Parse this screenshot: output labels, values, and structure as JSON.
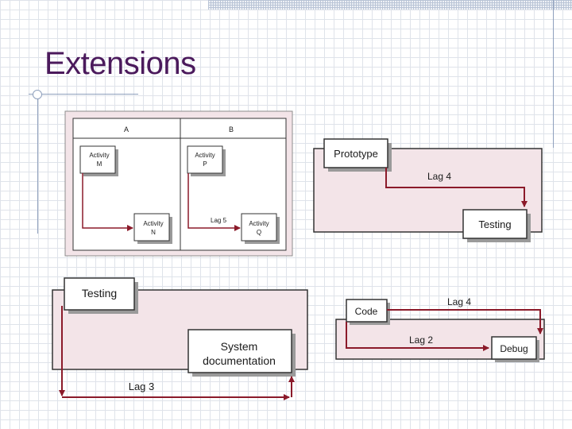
{
  "slide": {
    "title": "Extensions"
  },
  "diagram_ab": {
    "col_a_label": "A",
    "col_b_label": "B",
    "activity_m": [
      "Activity",
      "M"
    ],
    "activity_n": [
      "Activity",
      "N"
    ],
    "activity_p": [
      "Activity",
      "P"
    ],
    "activity_q": [
      "Activity",
      "Q"
    ],
    "lag_label": "Lag 5"
  },
  "diagram_prototype": {
    "from_box": "Prototype",
    "to_box": "Testing",
    "lag_label": "Lag 4"
  },
  "diagram_sysdoc": {
    "from_box": "Testing",
    "to_box": [
      "System",
      "documentation"
    ],
    "lag_label": "Lag 3"
  },
  "diagram_code": {
    "from_box": "Code",
    "to_box": "Debug",
    "lag_top_label": "Lag 4",
    "lag_bottom_label": "Lag 2"
  },
  "colors": {
    "title": "#4b1a5c",
    "panel_fill": "#f3e4e8",
    "arrow": "#8b1a2a",
    "box_shadow": "#9a9a9a"
  }
}
